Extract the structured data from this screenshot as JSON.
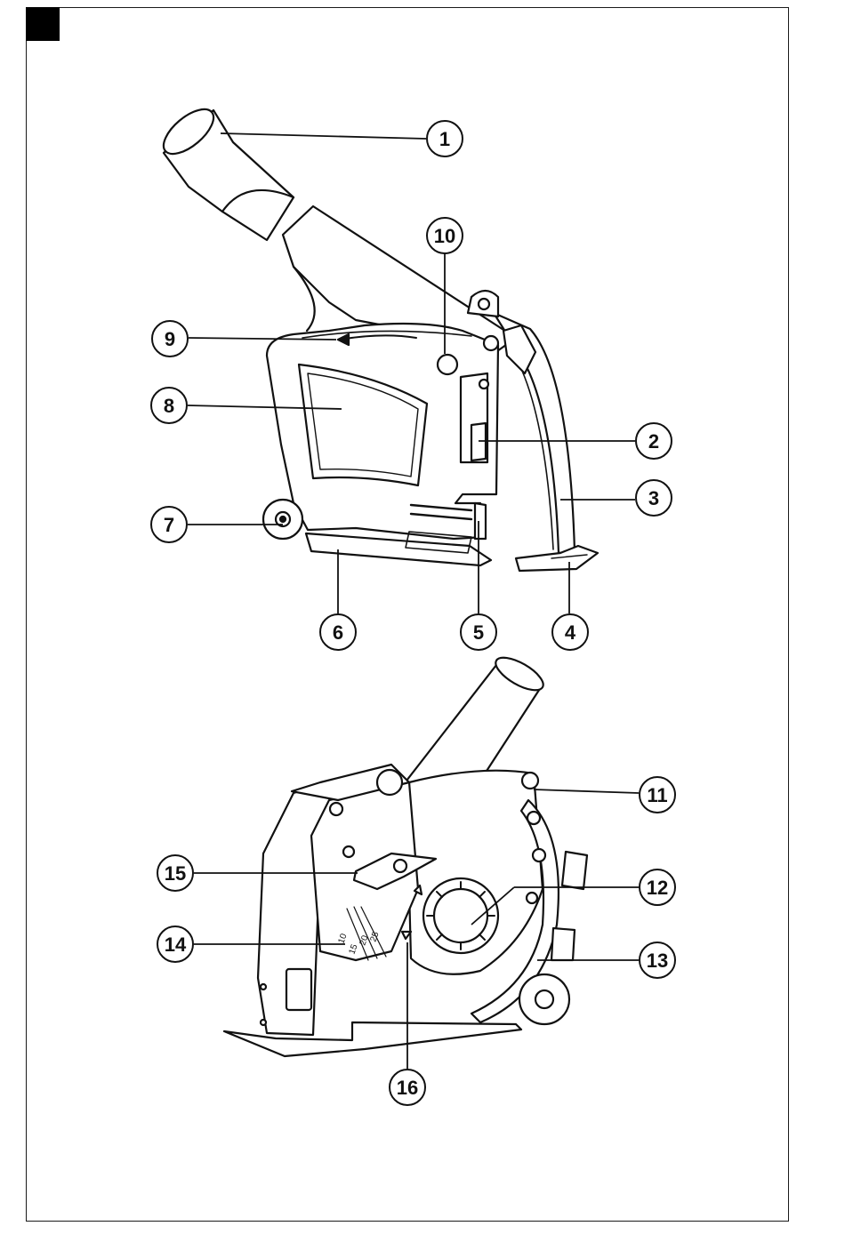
{
  "callouts": {
    "c1": "1",
    "c2": "2",
    "c3": "3",
    "c4": "4",
    "c5": "5",
    "c6": "6",
    "c7": "7",
    "c8": "8",
    "c9": "9",
    "c10": "10",
    "c11": "11",
    "c12": "12",
    "c13": "13",
    "c14": "14",
    "c15": "15",
    "c16": "16"
  },
  "depth_scale": {
    "d10": "10",
    "d15": "15",
    "d20": "20",
    "d25": "25"
  },
  "colors": {
    "line": "#111111",
    "paper": "#ffffff",
    "shade": "#e6e6e6",
    "tab": "#000000"
  }
}
